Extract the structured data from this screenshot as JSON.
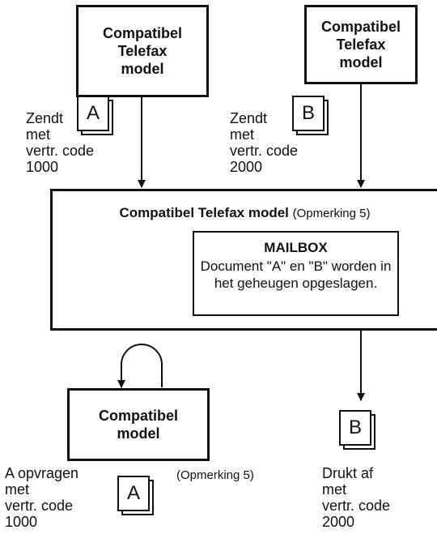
{
  "sender_a": {
    "title_lines": [
      "Compatibel",
      "Telefax",
      "model"
    ],
    "doc_letter": "A",
    "caption_lines": [
      "Zendt",
      "met",
      "vertr. code",
      "1000"
    ]
  },
  "sender_b": {
    "title_lines": [
      "Compatibel",
      "Telefax",
      "model"
    ],
    "doc_letter": "B",
    "caption_lines": [
      "Zendt",
      "met",
      "vertr. code",
      "2000"
    ]
  },
  "main": {
    "title": "Compatibel Telefax model",
    "note": "(Opmerking 5)",
    "mailbox_title": "MAILBOX",
    "mailbox_text_lines": [
      "Document \"A\" en \"B\" worden in",
      "het geheugen opgeslagen."
    ]
  },
  "receiver_a": {
    "title_lines": [
      "Compatibel",
      "model"
    ],
    "note": "(Opmerking 5)",
    "doc_letter": "A",
    "caption_lines": [
      "A opvragen",
      "met",
      "vertr. code",
      "1000"
    ]
  },
  "receiver_b": {
    "doc_letter": "B",
    "caption_lines": [
      "Drukt af",
      "met",
      "vertr. code",
      "2000"
    ]
  }
}
